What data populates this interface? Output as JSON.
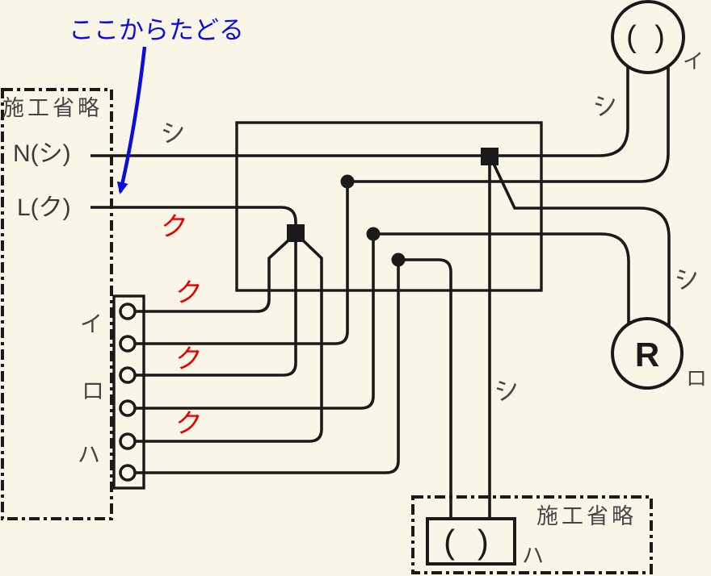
{
  "palette": {
    "background": "#FAF6E7",
    "line": "#1A1A1A",
    "gray_text": "#464646",
    "red": "#E60000",
    "blue": "#0C0CE0"
  },
  "annotation": {
    "text": "ここからたどる"
  },
  "source_box": {
    "label": "施工省略",
    "n_line": "N(シ)",
    "l_line": "L(ク)",
    "n_wire": "シ",
    "l_wire": "ク"
  },
  "junction": {
    "feed_labels": [
      "ク",
      "ク",
      "ク"
    ]
  },
  "switches": {
    "labels": [
      "イ",
      "ロ",
      "ハ"
    ]
  },
  "lamp_i": {
    "symbol": "( )",
    "label": "イ",
    "wire": "シ"
  },
  "lamp_r": {
    "symbol": "R",
    "label": "ロ",
    "wire": "シ"
  },
  "lamp_ha": {
    "symbol": "( )",
    "label": "ハ",
    "wire": "シ",
    "box_label": "施工省略"
  }
}
